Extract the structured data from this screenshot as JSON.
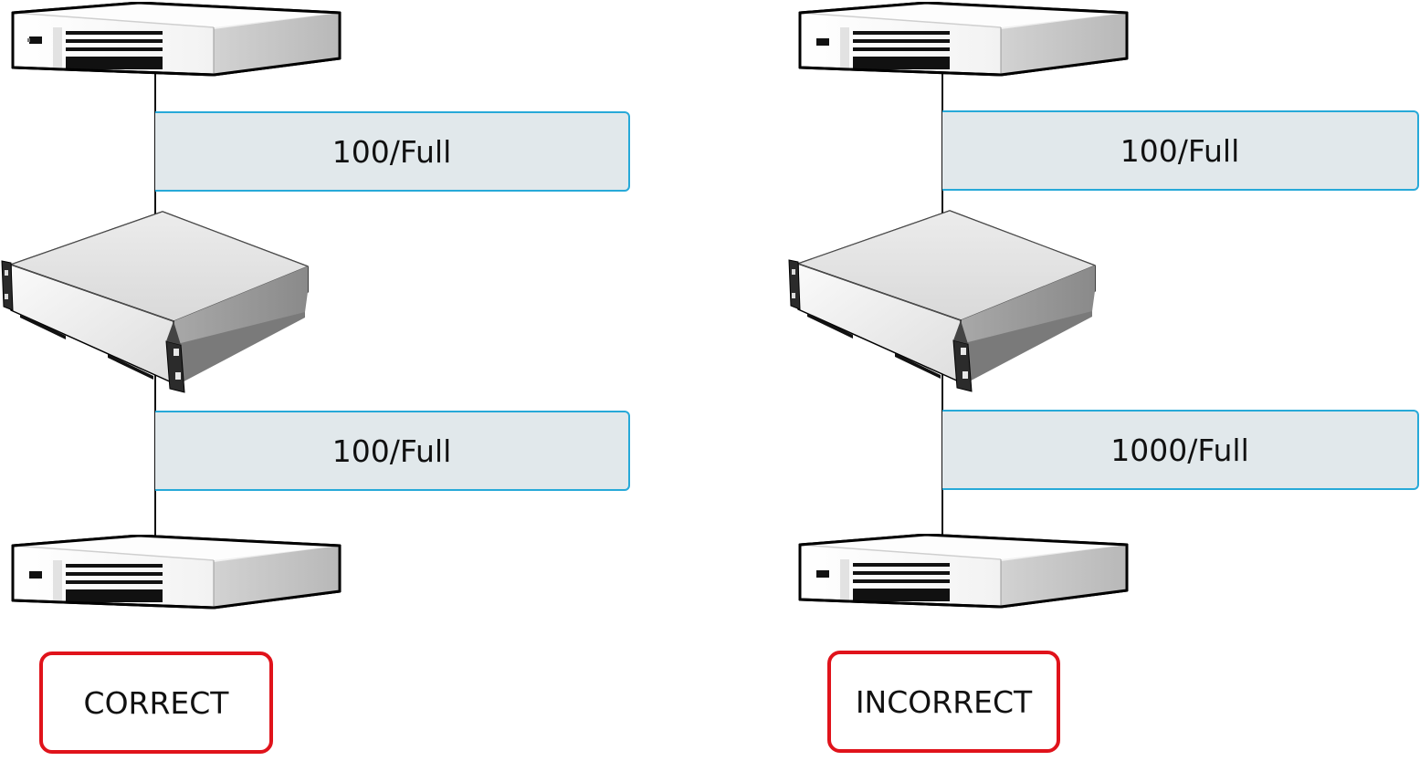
{
  "panels": [
    {
      "links": [
        {
          "label": "100/Full"
        },
        {
          "label": "100/Full"
        }
      ],
      "verdict": "CORRECT",
      "verdict_color": "#e0131b"
    },
    {
      "links": [
        {
          "label": "100/Full"
        },
        {
          "label": "1000/Full"
        }
      ],
      "verdict": "INCORRECT",
      "verdict_color": "#e0131b"
    }
  ],
  "colors": {
    "link_fill": "#e1e8eb",
    "link_border": "#27a9d8",
    "device_face": "#f2f2f2",
    "device_side": "#bdbdbd"
  },
  "icons": {
    "top": "server-icon",
    "middle": "switch-icon",
    "bottom": "server-icon"
  }
}
